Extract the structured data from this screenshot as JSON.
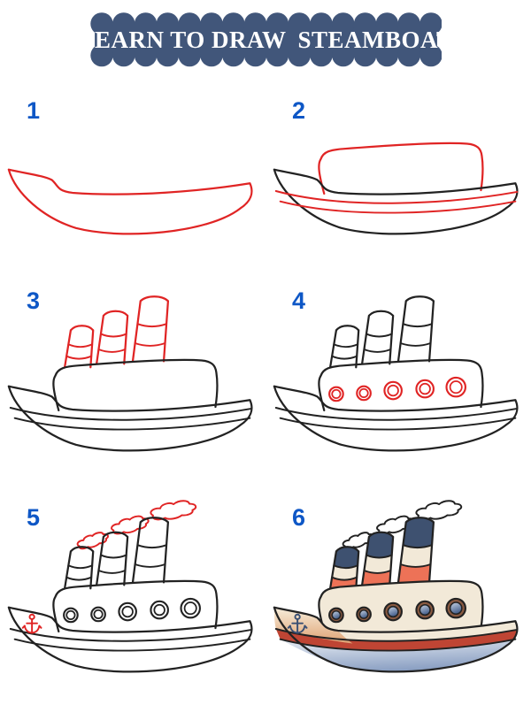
{
  "banner": {
    "title_line": "LEARN TO DRAW",
    "subject": "STEAMBOAT",
    "bg_color": "#41567a",
    "text_color": "#ffffff"
  },
  "palette": {
    "step_number_color": "#0e57c6",
    "new_line": "#e02424",
    "base_line": "#222222",
    "fills": {
      "cream": "#f2e9d8",
      "navy": "#3e5170",
      "salmon": "#ed7257",
      "brick": "#bf4534",
      "tan_light": "#f7eedb",
      "tan_dark": "#dfa273",
      "hull_light": "#e8edf4",
      "hull_dark": "#8ba0c3",
      "porthole_rim": "#8a5a41",
      "glass_light": "#c9d5e6",
      "glass_dark": "#46608c",
      "smoke_fill": "#ffffff",
      "anchor_navy": "#3a4f73"
    }
  },
  "steps": [
    {
      "number": "1",
      "parts": {
        "hull": "new"
      }
    },
    {
      "number": "2",
      "parts": {
        "hull": "base",
        "stripes": "new",
        "cabin": "new"
      }
    },
    {
      "number": "3",
      "parts": {
        "hull": "base",
        "stripes": "base",
        "cabin": "base",
        "stacks": "new"
      }
    },
    {
      "number": "4",
      "parts": {
        "hull": "base",
        "stripes": "base",
        "cabin": "base",
        "stacks": "base",
        "portholes": "new"
      }
    },
    {
      "number": "5",
      "parts": {
        "hull": "base",
        "stripes": "base",
        "cabin": "base",
        "stacks": "base",
        "portholes": "base",
        "smoke": "new",
        "anchor": "new"
      }
    },
    {
      "number": "6",
      "colored": true,
      "parts": {
        "hull": "base",
        "stripes": "base",
        "cabin": "base",
        "stacks": "base",
        "portholes": "base",
        "smoke": "base",
        "anchor": "base"
      }
    }
  ]
}
